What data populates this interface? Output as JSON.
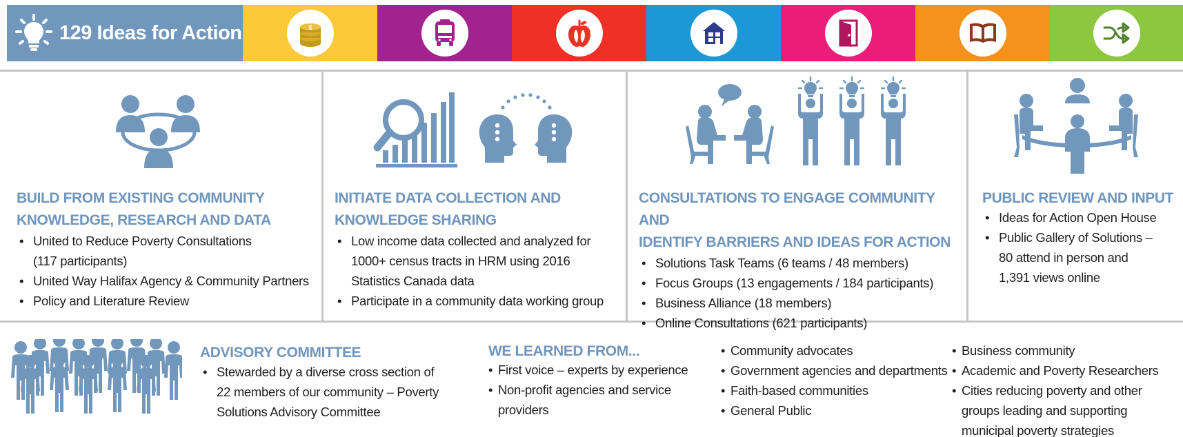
{
  "header": {
    "title": "129 Ideas for Action",
    "brand_color": "#7197bc",
    "tiles": [
      {
        "icon": "coins-icon",
        "color": "#fdc939"
      },
      {
        "icon": "bus-icon",
        "color": "#a3238e"
      },
      {
        "icon": "apple-icon",
        "color": "#ee3124"
      },
      {
        "icon": "house-icon",
        "color": "#1b98d5"
      },
      {
        "icon": "door-icon",
        "color": "#ec1c7b"
      },
      {
        "icon": "book-icon",
        "color": "#f5921e"
      },
      {
        "icon": "shuffle-icon",
        "color": "#8dc63f"
      }
    ]
  },
  "accent_color": "#6f95bd",
  "stages": [
    {
      "heading_lines": [
        "BUILD FROM EXISTING COMMUNITY",
        "KNOWLEDGE, RESEARCH AND DATA"
      ],
      "bullets": [
        [
          "United to Reduce Poverty Consultations",
          "(117 participants)"
        ],
        [
          "United Way Halifax Agency & Community Partners"
        ],
        [
          "Policy and Literature Review"
        ]
      ]
    },
    {
      "heading_lines": [
        "INITIATE DATA COLLECTION AND",
        "KNOWLEDGE SHARING"
      ],
      "bullets": [
        [
          "Low income data collected and analyzed for",
          "1000+ census tracts in HRM using 2016",
          "Statistics Canada data"
        ],
        [
          "Participate in a community data working group"
        ]
      ]
    },
    {
      "heading_lines": [
        "CONSULTATIONS TO ENGAGE COMMUNITY AND",
        "IDENTIFY BARRIERS AND IDEAS FOR ACTION"
      ],
      "bullets": [
        [
          "Solutions Task Teams (6 teams / 48 members)"
        ],
        [
          "Focus Groups (13 engagements / 184 participants)"
        ],
        [
          "Business Alliance (18 members)"
        ],
        [
          "Online Consultations (621 participants)"
        ]
      ]
    },
    {
      "heading_lines": [
        "PUBLIC REVIEW AND INPUT"
      ],
      "bullets": [
        [
          "Ideas for Action Open House"
        ],
        [
          "Public Gallery of Solutions –",
          "80 attend in person and",
          "1,391 views online"
        ]
      ]
    }
  ],
  "advisory": {
    "heading": "ADVISORY COMMITTEE",
    "bullet_lines": [
      "Stewarded by a diverse cross section of",
      "22 members of our community – Poverty",
      "Solutions Advisory Committee"
    ]
  },
  "learned": {
    "heading": "WE LEARNED FROM...",
    "col1": [
      [
        "First voice – experts by experience"
      ],
      [
        "Non-profit agencies and service",
        "providers"
      ]
    ],
    "col2": [
      [
        "Community advocates"
      ],
      [
        "Government agencies and departments"
      ],
      [
        "Faith-based communities"
      ],
      [
        "General Public"
      ]
    ],
    "col3": [
      [
        "Business community"
      ],
      [
        "Academic and Poverty Researchers"
      ],
      [
        "Cities reducing poverty and other",
        "groups leading and supporting",
        "municipal poverty strategies"
      ]
    ]
  }
}
